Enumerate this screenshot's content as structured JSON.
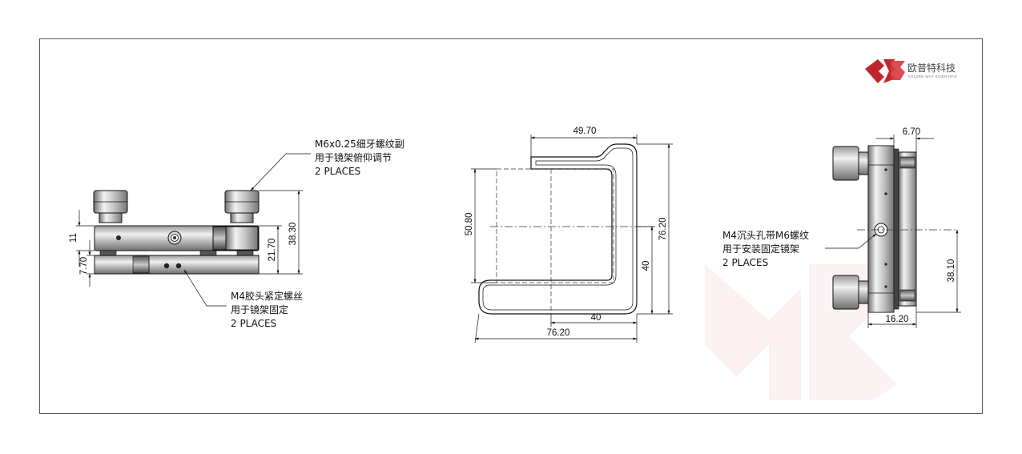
{
  "logo": {
    "company_cn": "欧普特科技",
    "company_en": "GOLDEN WAY SCIENTIFIC",
    "brand_color": "#c0272d"
  },
  "front_view": {
    "dims": {
      "overall_height": "38.30",
      "upper_height": "21.70",
      "thickness": "11",
      "base_height": "7.70"
    },
    "note_top": {
      "line1": "M6x0.25细牙螺纹副",
      "line2": "用于镜架俯仰调节",
      "line3": "2 PLACES"
    },
    "note_bottom": {
      "line1": "M4胶头紧定螺丝",
      "line2": "用于镜架固定",
      "line3": "2 PLACES"
    }
  },
  "top_view": {
    "dims": {
      "top_width": "49.70",
      "opening": "50.80",
      "height": "76.20",
      "inner_40_v": "40",
      "inner_40_h": "40",
      "width": "76.20"
    }
  },
  "side_view": {
    "dims": {
      "thickness": "6.70",
      "hole_height": "38.10",
      "depth": "16.20"
    },
    "note": {
      "line1": "M4沉头孔带M6螺纹",
      "line2": "用于安装固定镜架",
      "line3": "2 PLACES"
    }
  }
}
